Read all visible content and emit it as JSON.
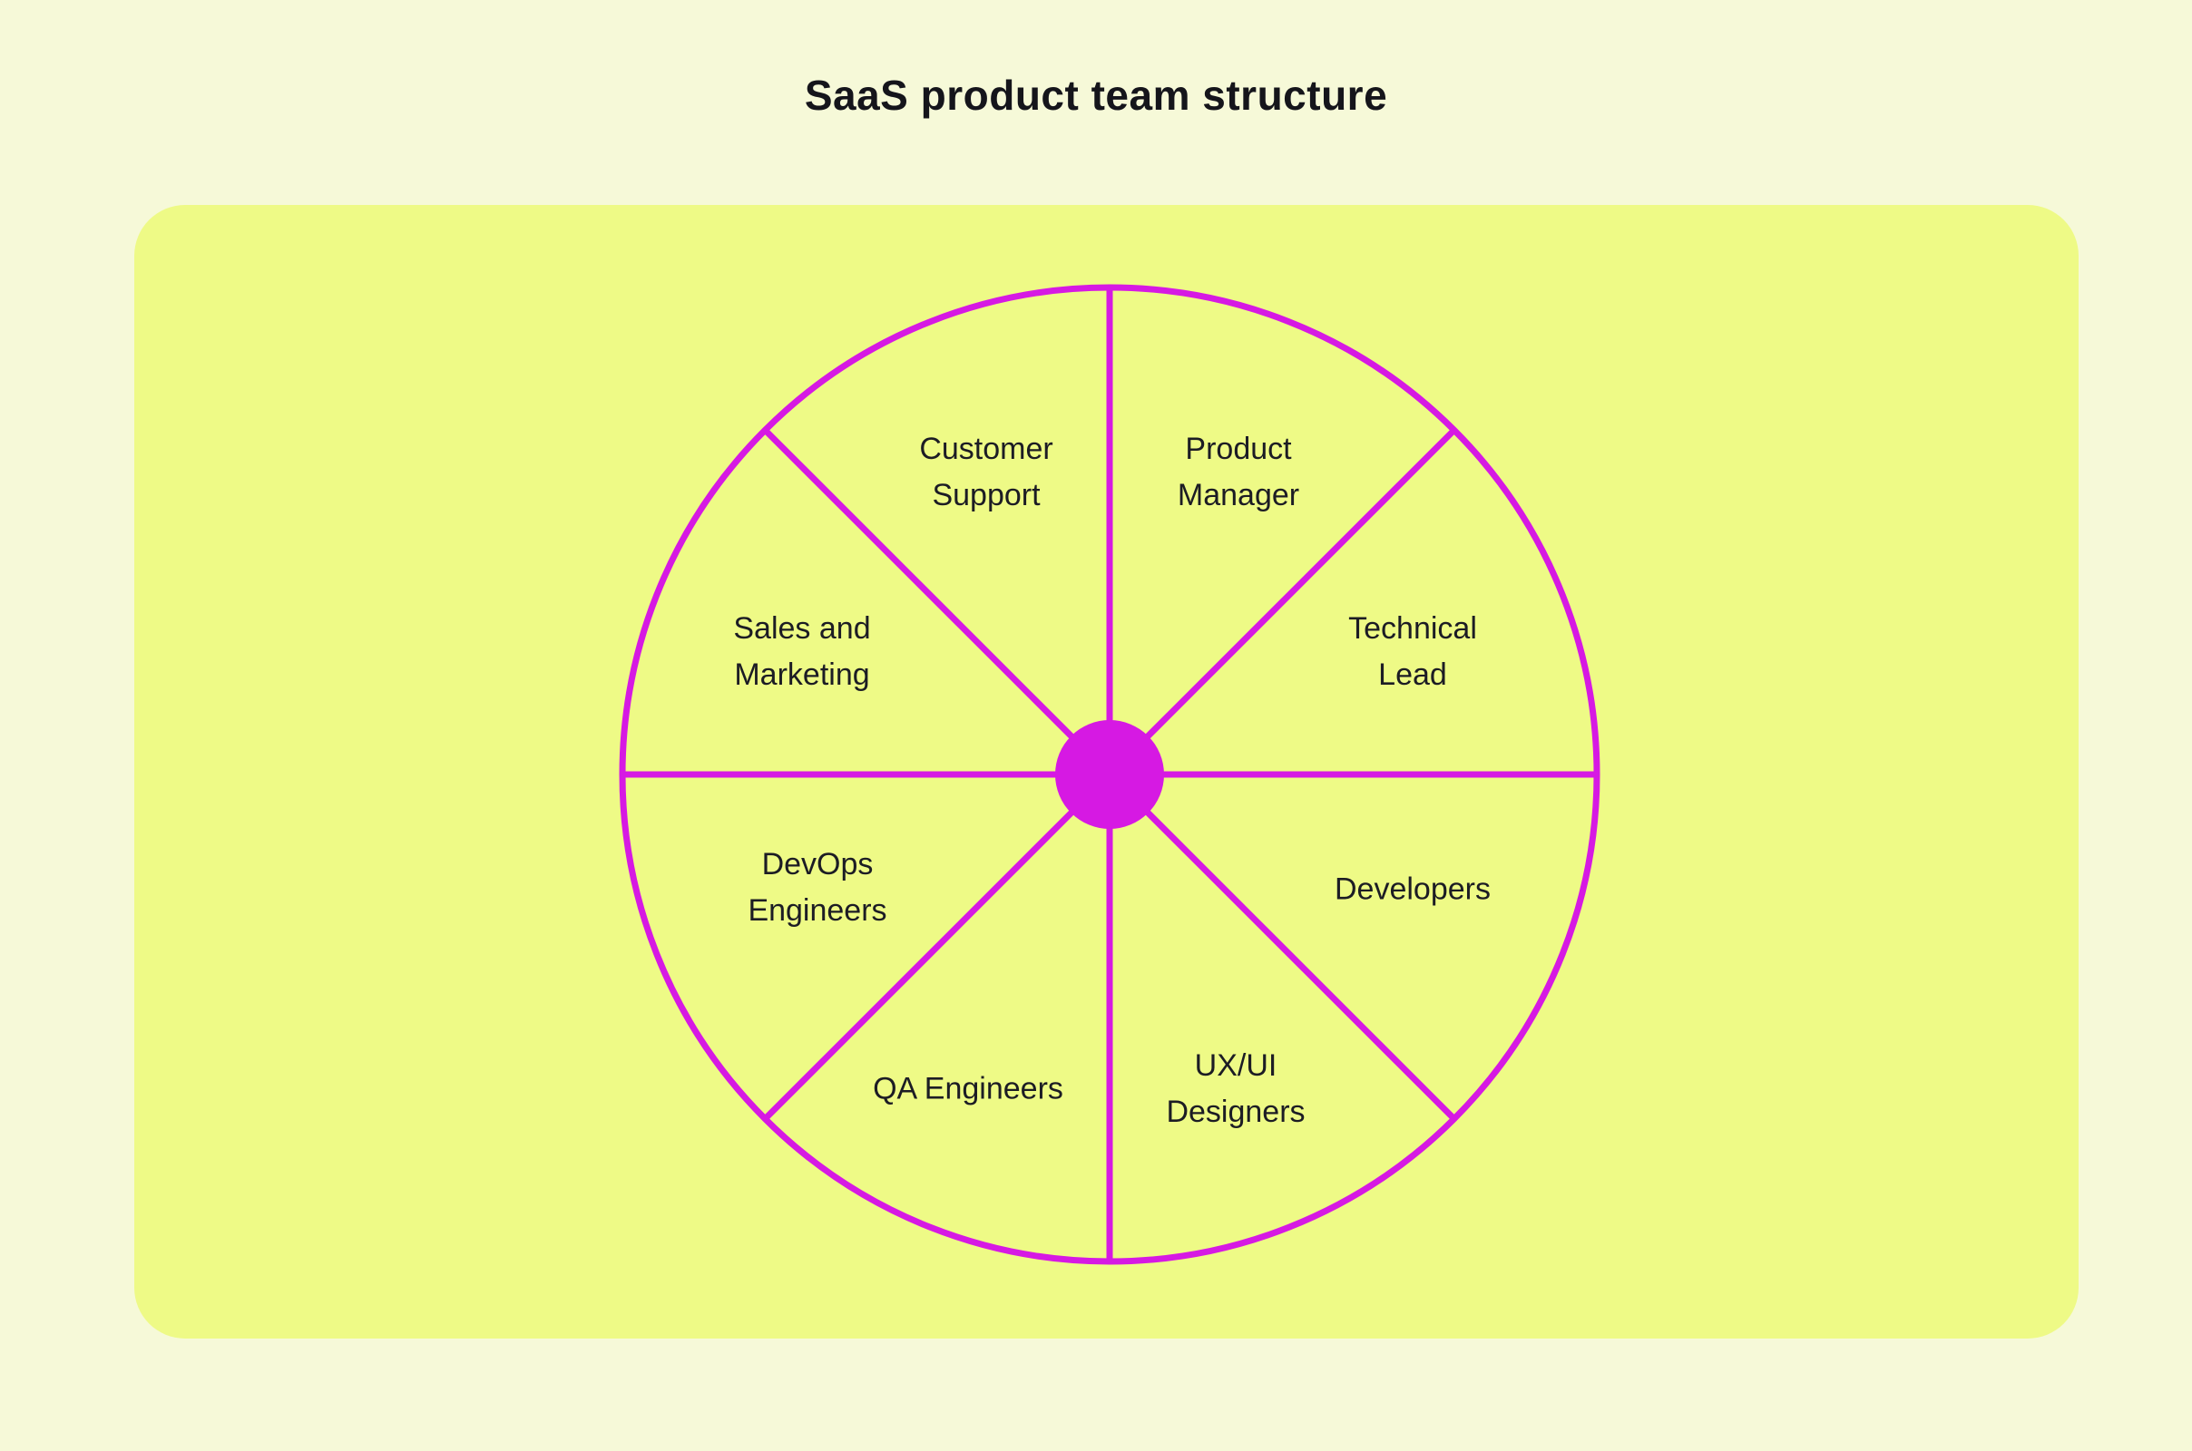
{
  "title": "SaaS product team structure",
  "colors": {
    "page_bg": "#f6f9d8",
    "panel_bg": "#eefa86",
    "accent": "#d619e3",
    "text": "#1c1c24"
  },
  "chart_data": {
    "type": "pie",
    "title": "SaaS product team structure",
    "categories": [
      "Product Manager",
      "Technical Lead",
      "Developers",
      "UX/UI Designers",
      "QA Engineers",
      "DevOps Engineers",
      "Sales and Marketing",
      "Customer Support"
    ],
    "values": [
      1,
      1,
      1,
      1,
      1,
      1,
      1,
      1
    ],
    "legend_position": "none"
  },
  "wheel": {
    "segments": [
      {
        "label": "Product Manager"
      },
      {
        "label": "Technical Lead"
      },
      {
        "label": "Developers"
      },
      {
        "label": "UX/UI Designers"
      },
      {
        "label": "QA Engineers"
      },
      {
        "label": "DevOps Engineers"
      },
      {
        "label": "Sales and Marketing"
      },
      {
        "label": "Customer Support"
      }
    ]
  }
}
